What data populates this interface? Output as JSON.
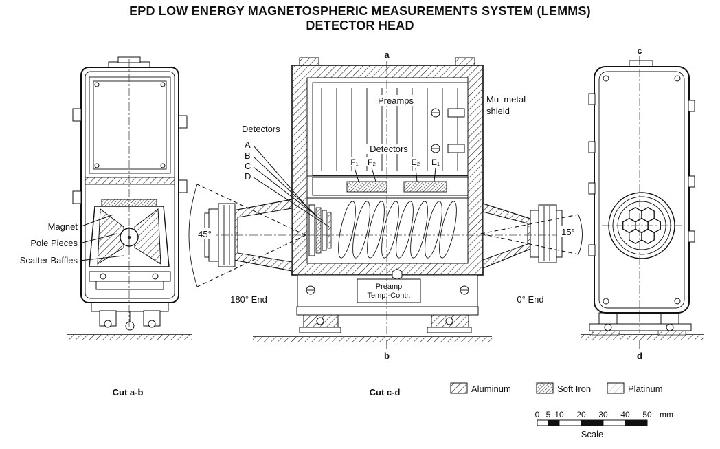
{
  "title": {
    "line1": "EPD LOW ENERGY MAGNETOSPHERIC MEASUREMENTS SYSTEM (LEMMS)",
    "line2": "DETECTOR HEAD"
  },
  "views": {
    "left": {
      "cut_label": "Cut a-b",
      "magnet": "Magnet",
      "pole_pieces": "Pole Pieces",
      "scatter_baffles": "Scatter Baffles"
    },
    "center": {
      "cut_label": "Cut c-d",
      "mark_top": "a",
      "mark_bottom": "b",
      "preamps": "Preamps",
      "detectors_upper": "Detectors",
      "f1": "F₁",
      "f2": "F₂",
      "e2": "E₂",
      "e1": "E₁",
      "detectors_side": "Detectors",
      "det_a": "A",
      "det_b": "B",
      "det_c": "C",
      "det_d": "D",
      "mu_metal_line1": "Mu–metal",
      "mu_metal_line2": "shield",
      "angle_left": "45°",
      "angle_right": "15°",
      "end_180": "180° End",
      "end_0": "0° End",
      "preamp_line1": "Preamp",
      "preamp_line2": "Temp.-Contr."
    },
    "right": {
      "mark_top": "c",
      "mark_bottom": "d"
    }
  },
  "legend": {
    "items": [
      {
        "label": "Aluminum"
      },
      {
        "label": "Soft Iron"
      },
      {
        "label": "Platinum"
      }
    ]
  },
  "scale": {
    "ticks": [
      "0",
      "5",
      "10",
      "20",
      "30",
      "40",
      "50"
    ],
    "unit": "mm",
    "label": "Scale"
  }
}
